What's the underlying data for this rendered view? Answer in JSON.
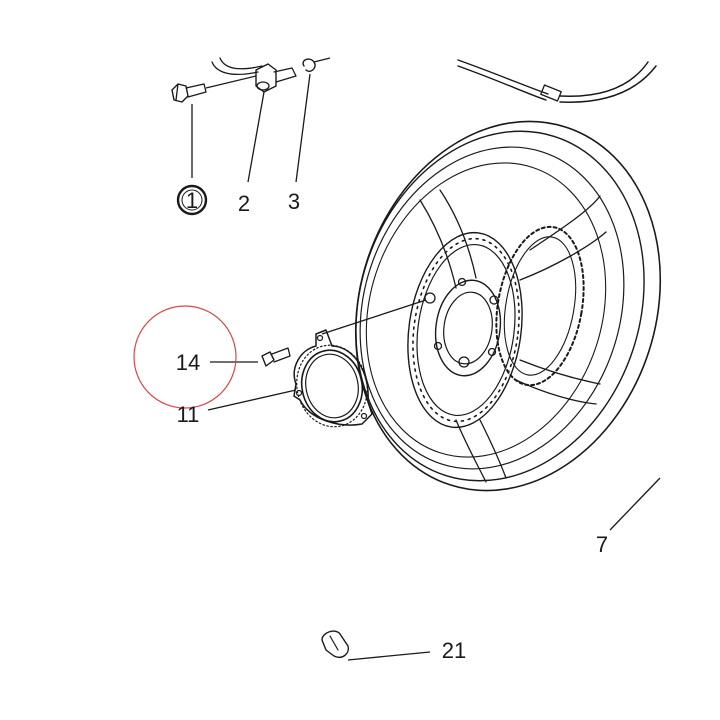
{
  "callouts": {
    "c1": "1",
    "c2": "2",
    "c3": "3",
    "c7": "7",
    "c11": "11",
    "c14": "14",
    "c21": "21"
  },
  "colors": {
    "ink": "#1a1a1a",
    "highlight_circle": "#d9464b",
    "background": "#ffffff"
  }
}
